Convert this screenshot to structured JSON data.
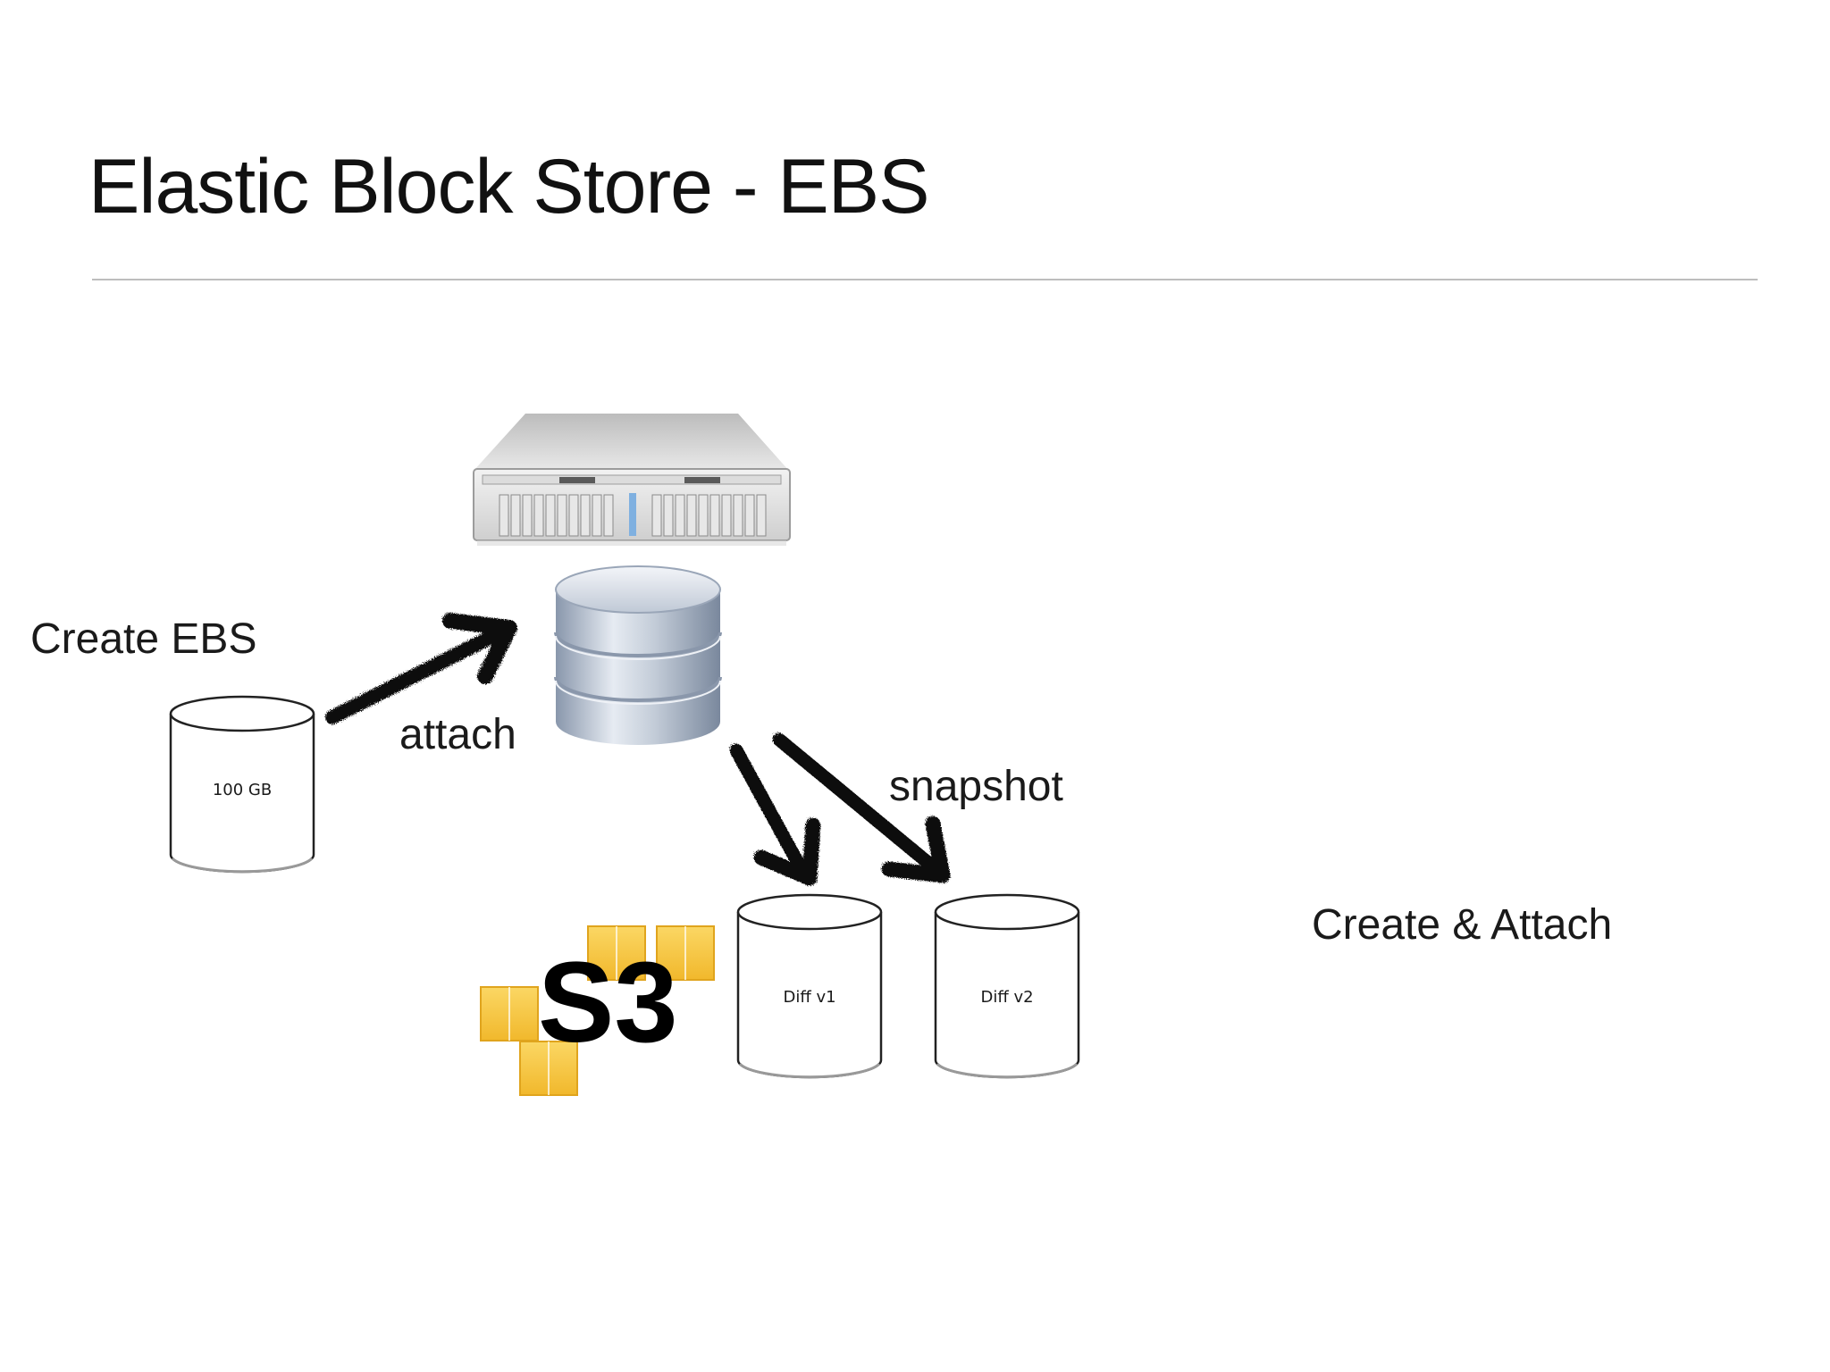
{
  "slide": {
    "title": "Elastic Block Store - EBS"
  },
  "labels": {
    "create_ebs": "Create EBS",
    "attach": "attach",
    "snapshot": "snapshot",
    "create_attach": "Create & Attach"
  },
  "volumes": {
    "new_volume": "100 GB",
    "snapshot_1": "Diff v1",
    "snapshot_2": "Diff v2"
  },
  "s3": {
    "logo_text": "S3"
  },
  "icons": {
    "server": "server-rack-icon",
    "attached_volume": "database-icon",
    "s3": "amazon-s3-logo-icon",
    "arrow": "hand-drawn-arrow-icon"
  },
  "colors": {
    "title_rule": "#bdbdbd",
    "s3_cube": "#f7c43a",
    "arrow": "#111111",
    "database": "#a9b6c8"
  }
}
